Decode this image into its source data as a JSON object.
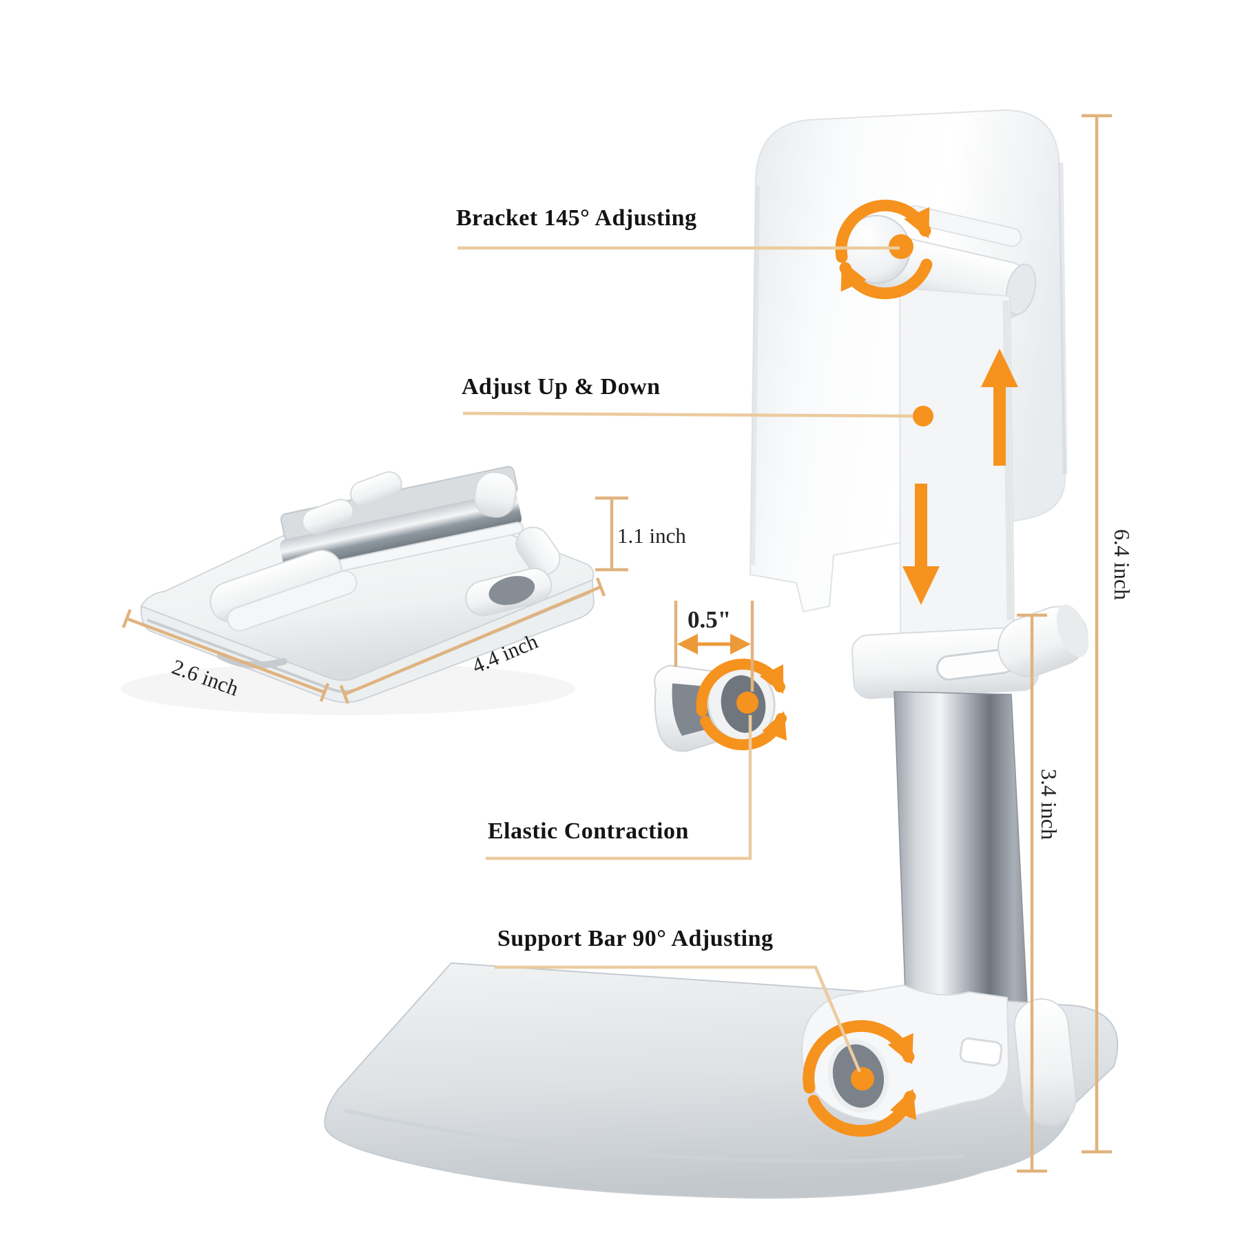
{
  "figure": {
    "type": "product annotation diagram",
    "subject": "foldable desktop phone stand, extended view with folded view"
  },
  "annotations": {
    "bracket": "Bracket 145° Adjusting",
    "adjust": "Adjust Up & Down",
    "elastic": "Elastic Contraction",
    "support": "Support Bar 90° Adjusting"
  },
  "dimensions": {
    "folded_height": "1.1 inch",
    "folded_width": "2.6 inch",
    "folded_depth": "4.4 inch",
    "hook_travel": "0.5\"",
    "overall_height": "6.4 inch",
    "lower_section_height": "3.4 inch"
  },
  "colors": {
    "accent_orange": "#F6921E",
    "dimension_tan": "#E0B37E",
    "leader_tan": "#EBCB9F",
    "text_black": "#141414"
  }
}
